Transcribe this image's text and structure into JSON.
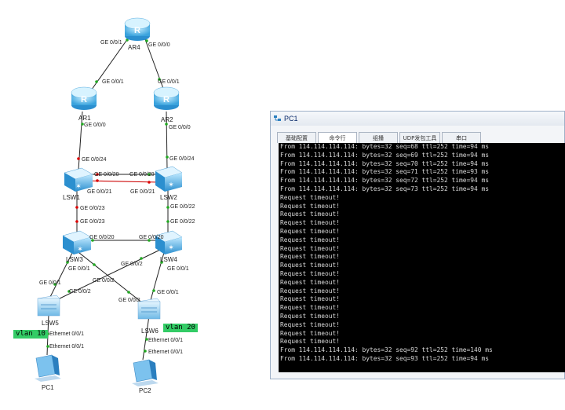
{
  "topology": {
    "devices": {
      "ar4": "AR4",
      "ar1": "AR1",
      "ar2": "AR2",
      "lsw1": "LSW1",
      "lsw2": "LSW2",
      "lsw3": "LSW3",
      "lsw4": "LSW4",
      "lsw5": "LSW5",
      "lsw6": "LSW6",
      "pc1": "PC1",
      "pc2": "PC2"
    },
    "ports": {
      "ar4_left": "GE 0/0/1",
      "ar4_right": "GE 0/0/0",
      "ar1_top": "GE 0/0/1",
      "ar2_top": "GE 0/0/1",
      "ar1_bottom": "GE 0/0/0",
      "ar2_bottom": "GE 0/0/0",
      "lsw1_top": "GE 0/0/24",
      "lsw2_top": "GE 0/0/24",
      "lsw1_r1": "GE 0/0/20",
      "lsw2_l1": "GE 0/0/20",
      "lsw1_r2": "GE 0/0/21",
      "lsw2_l2": "GE 0/0/21",
      "lsw1_bottom": "GE 0/0/23",
      "lsw1_down": "GE 0/0/23",
      "lsw2_bottom": "GE 0/0/22",
      "lsw2_down": "GE 0/0/22",
      "lsw3_right": "GE 0/0/20",
      "lsw4_left": "GE 0/0/20",
      "lsw3_down": "GE 0/0/1",
      "lsw3_diag": "GE 0/0/2",
      "lsw4_diag": "GE 0/0/2",
      "lsw4_down": "GE 0/0/1",
      "lsw5_top1": "GE 0/0/1",
      "lsw5_top2": "GE 0/0/2",
      "lsw6_top1": "GE 0/0/2",
      "lsw6_top2": "GE 0/0/1",
      "lsw5_eth": "Ethernet 0/0/1",
      "pc1_eth": "Ethernet 0/0/1",
      "lsw6_eth": "Ethernet 0/0/1",
      "pc2_eth": "Ethernet 0/0/1"
    },
    "vlan_tags": {
      "pc1": "vlan 10",
      "pc2": "vlan 20"
    },
    "colors": {
      "link": "#222222",
      "link_red": "#cc0000",
      "port_dot_green": "#22aa22",
      "port_dot_red": "#dd0000",
      "vlan_bg": "#33cc66"
    }
  },
  "window": {
    "title": "PC1",
    "tabs": [
      "基础配置",
      "命令行",
      "组播",
      "UDP发包工具",
      "串口"
    ],
    "active_tab": "命令行",
    "console_lines": [
      "From 114.114.114.114: bytes=32 seq=68 ttl=252 time=94 ms",
      "From 114.114.114.114: bytes=32 seq=69 ttl=252 time=94 ms",
      "From 114.114.114.114: bytes=32 seq=70 ttl=252 time=94 ms",
      "From 114.114.114.114: bytes=32 seq=71 ttl=252 time=93 ms",
      "From 114.114.114.114: bytes=32 seq=72 ttl=252 time=94 ms",
      "From 114.114.114.114: bytes=32 seq=73 ttl=252 time=94 ms",
      "Request timeout!",
      "Request timeout!",
      "Request timeout!",
      "Request timeout!",
      "Request timeout!",
      "Request timeout!",
      "Request timeout!",
      "Request timeout!",
      "Request timeout!",
      "Request timeout!",
      "Request timeout!",
      "Request timeout!",
      "Request timeout!",
      "Request timeout!",
      "Request timeout!",
      "Request timeout!",
      "Request timeout!",
      "Request timeout!",
      "From 114.114.114.114: bytes=32 seq=92 ttl=252 time=140 ms",
      "From 114.114.114.114: bytes=32 seq=93 ttl=252 time=94 ms"
    ]
  }
}
